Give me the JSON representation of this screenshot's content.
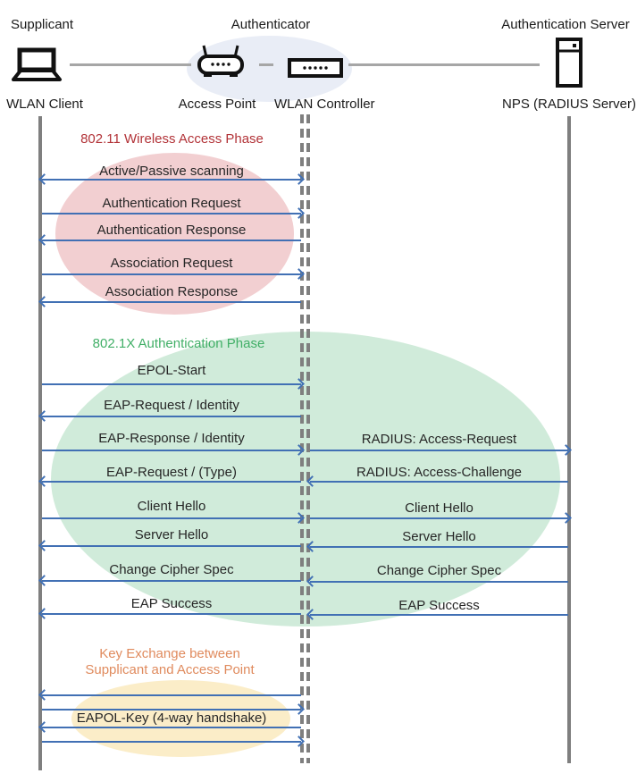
{
  "roles": [
    "Supplicant",
    "Authenticator",
    "Authentication Server"
  ],
  "devices": {
    "wlan_client": "WLAN Client",
    "access_point": "Access Point",
    "wlan_controller": "WLAN Controller",
    "nps": "NPS (RADIUS Server)"
  },
  "phase1": {
    "title": "802.11 Wireless Access Phase",
    "messages": [
      "Active/Passive scanning",
      "Authentication Request",
      "Authentication Response",
      "Association Request",
      "Association Response"
    ]
  },
  "phase2": {
    "title": "802.1X Authentication Phase",
    "left": [
      "EPOL-Start",
      "EAP-Request / Identity",
      "EAP-Response / Identity",
      "EAP-Request / (Type)",
      "Client Hello",
      "Server Hello",
      "Change Cipher Spec",
      "EAP Success"
    ],
    "right": [
      "RADIUS: Access-Request",
      "RADIUS: Access-Challenge",
      "Client Hello",
      "Server Hello",
      "Change Cipher Spec",
      "EAP Success"
    ]
  },
  "phase3": {
    "title_line1": "Key Exchange between",
    "title_line2": "Supplicant and Access Point",
    "message": "EAPOL-Key (4-way handshake)"
  },
  "colors": {
    "arrow_blue": "#4170b4",
    "lifeline_gray": "#7f7f7f",
    "connector_gray": "#a6a6a6",
    "phase1_fill": "#f2cfd1",
    "phase1_title": "#b23338",
    "phase2_fill": "#d0ebda",
    "phase2_title": "#41af67",
    "phase3_fill": "#fbedc8",
    "phase3_title": "#e08b5e",
    "authenticator_fill": "#e9edf6",
    "icon_black": "#111111",
    "text": "#262626"
  }
}
